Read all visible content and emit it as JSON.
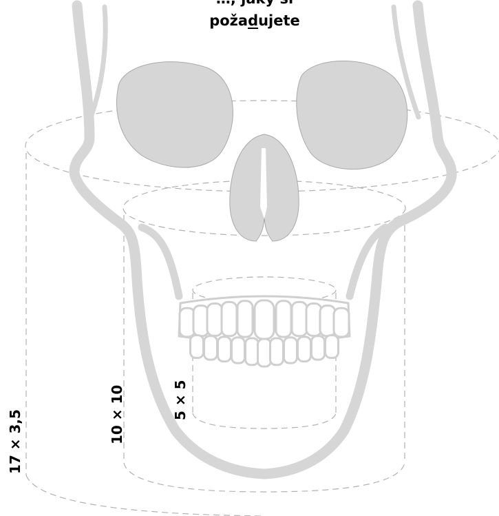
{
  "heading": {
    "line1": "…, jaký si",
    "line2_before": "poža",
    "line2_underlined": "d",
    "line2_after": "ujete"
  },
  "fov_labels": {
    "large": "17 × 3,5",
    "medium": "10 × 10",
    "small": "5 × 5"
  },
  "colors": {
    "bone": "#d6d6d6",
    "bone_edge": "#a8a8a8",
    "dash": "#b0b0b0",
    "text": "#000000"
  }
}
